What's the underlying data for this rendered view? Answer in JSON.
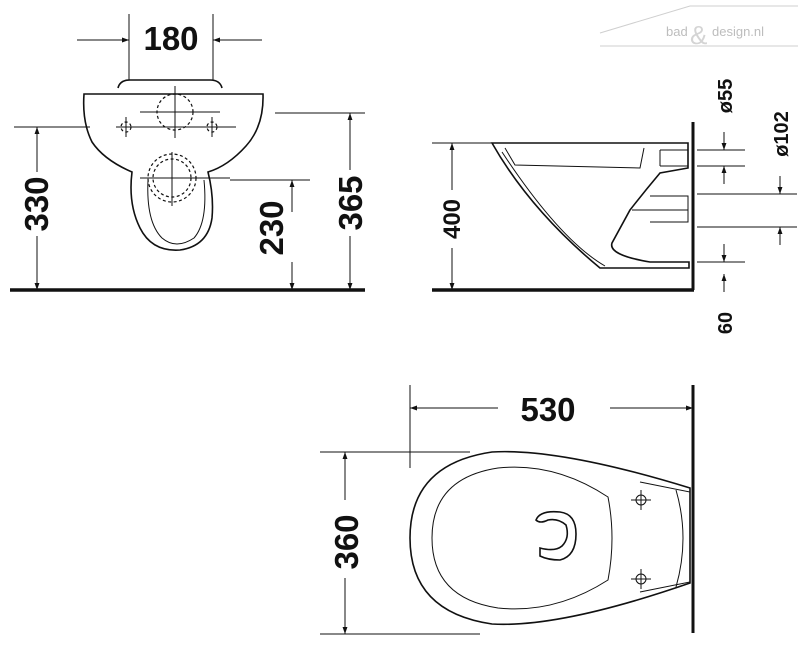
{
  "watermark": {
    "part1": "bad",
    "amp": "&",
    "part2": "design.nl"
  },
  "front_view": {
    "width_label": "180",
    "floor_to_bowl_label": "330",
    "floor_to_outlet_label": "230",
    "floor_to_top_label": "365"
  },
  "side_view": {
    "height_label": "400",
    "inlet_diameter_label": "ø55",
    "outlet_diameter_label": "ø102",
    "bottom_offset_label": "60"
  },
  "top_view": {
    "length_label": "530",
    "width_label": "360"
  }
}
